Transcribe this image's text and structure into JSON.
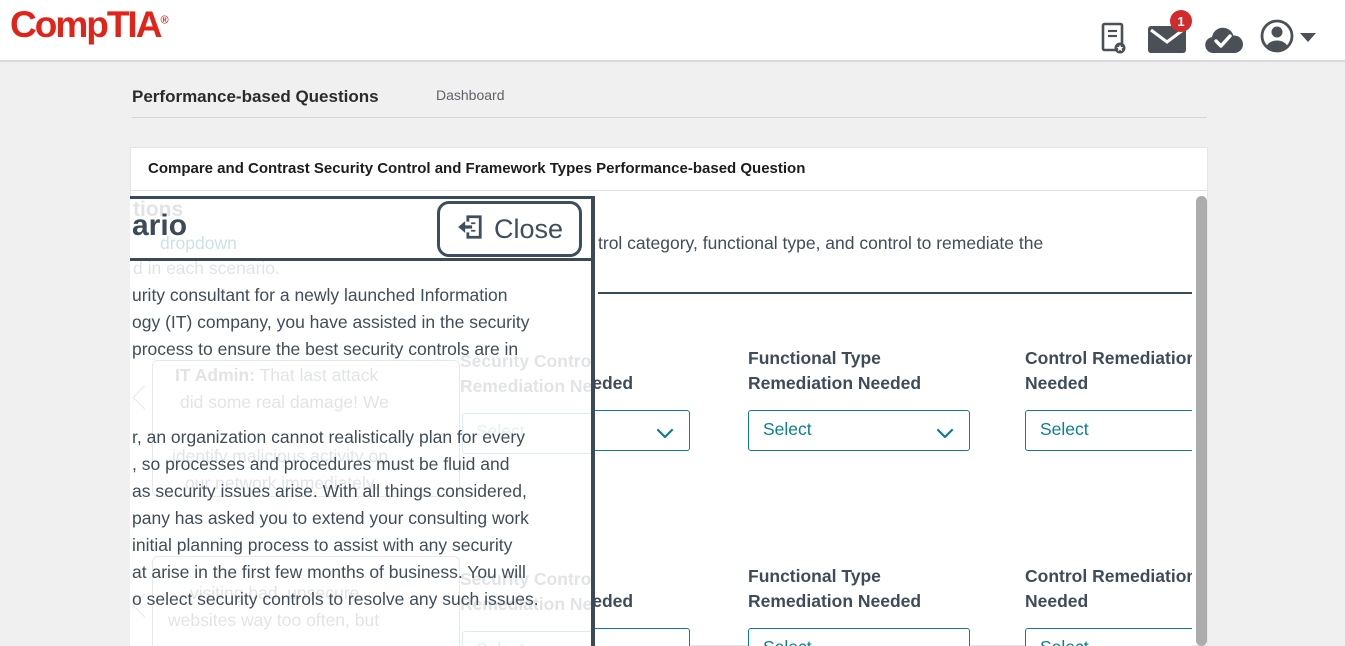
{
  "header": {
    "logo": "CompTIA",
    "logo_registered": "®",
    "notifications": {
      "unread_count": "1"
    }
  },
  "breadcrumb": {
    "title": "Performance-based Questions",
    "dashboard": "Dashboard"
  },
  "card": {
    "title": "Compare and Contrast Security Control and Framework Types Performance-based Question"
  },
  "question": {
    "instructions_fragment": "trol category, functional type, and control to remediate the",
    "select_placeholder": "Select",
    "columns": [
      {
        "label_line1": "Security Control",
        "label_line2": "Remediation Needed"
      },
      {
        "label_line1": "Functional Type",
        "label_line2": "Remediation Needed"
      },
      {
        "label_line1": "Control Remediation",
        "label_line2": "Needed"
      }
    ]
  },
  "modal": {
    "title_fragment": "ario",
    "close_label": "Close",
    "paragraph_lines": [
      "urity consultant for a newly launched Information",
      "ogy (IT) company, you have assisted in the security",
      "process to ensure the best security controls are in",
      "r, an organization cannot realistically plan for every",
      ", so processes and procedures must be fluid and",
      "as security issues arise. With all things considered,",
      "pany has asked you to extend your consulting work",
      "initial planning process to assist with any security",
      "at arise in the first few months of business. You will",
      "o select security controls to resolve any such issues."
    ],
    "ghost": {
      "heading_fragment": "tions",
      "link_fragment": "dropdown",
      "line_fragment": "d in each scenario.",
      "chat1_speaker": "IT Admin:",
      "chat1_line1_rest": " That last attack",
      "chat1_line2": "did some real damage! We",
      "chat1_line3": "identify malicious activity on",
      "chat1_line4": "our network immediately.",
      "chat2_line1": "visiting bad, unsecure",
      "chat2_line2": "websites way too often, but"
    }
  },
  "colors": {
    "accent_teal": "#0E7E8C",
    "slate": "#3C4A57",
    "logo_red": "#E2231A",
    "badge_red": "#D22B2B"
  }
}
